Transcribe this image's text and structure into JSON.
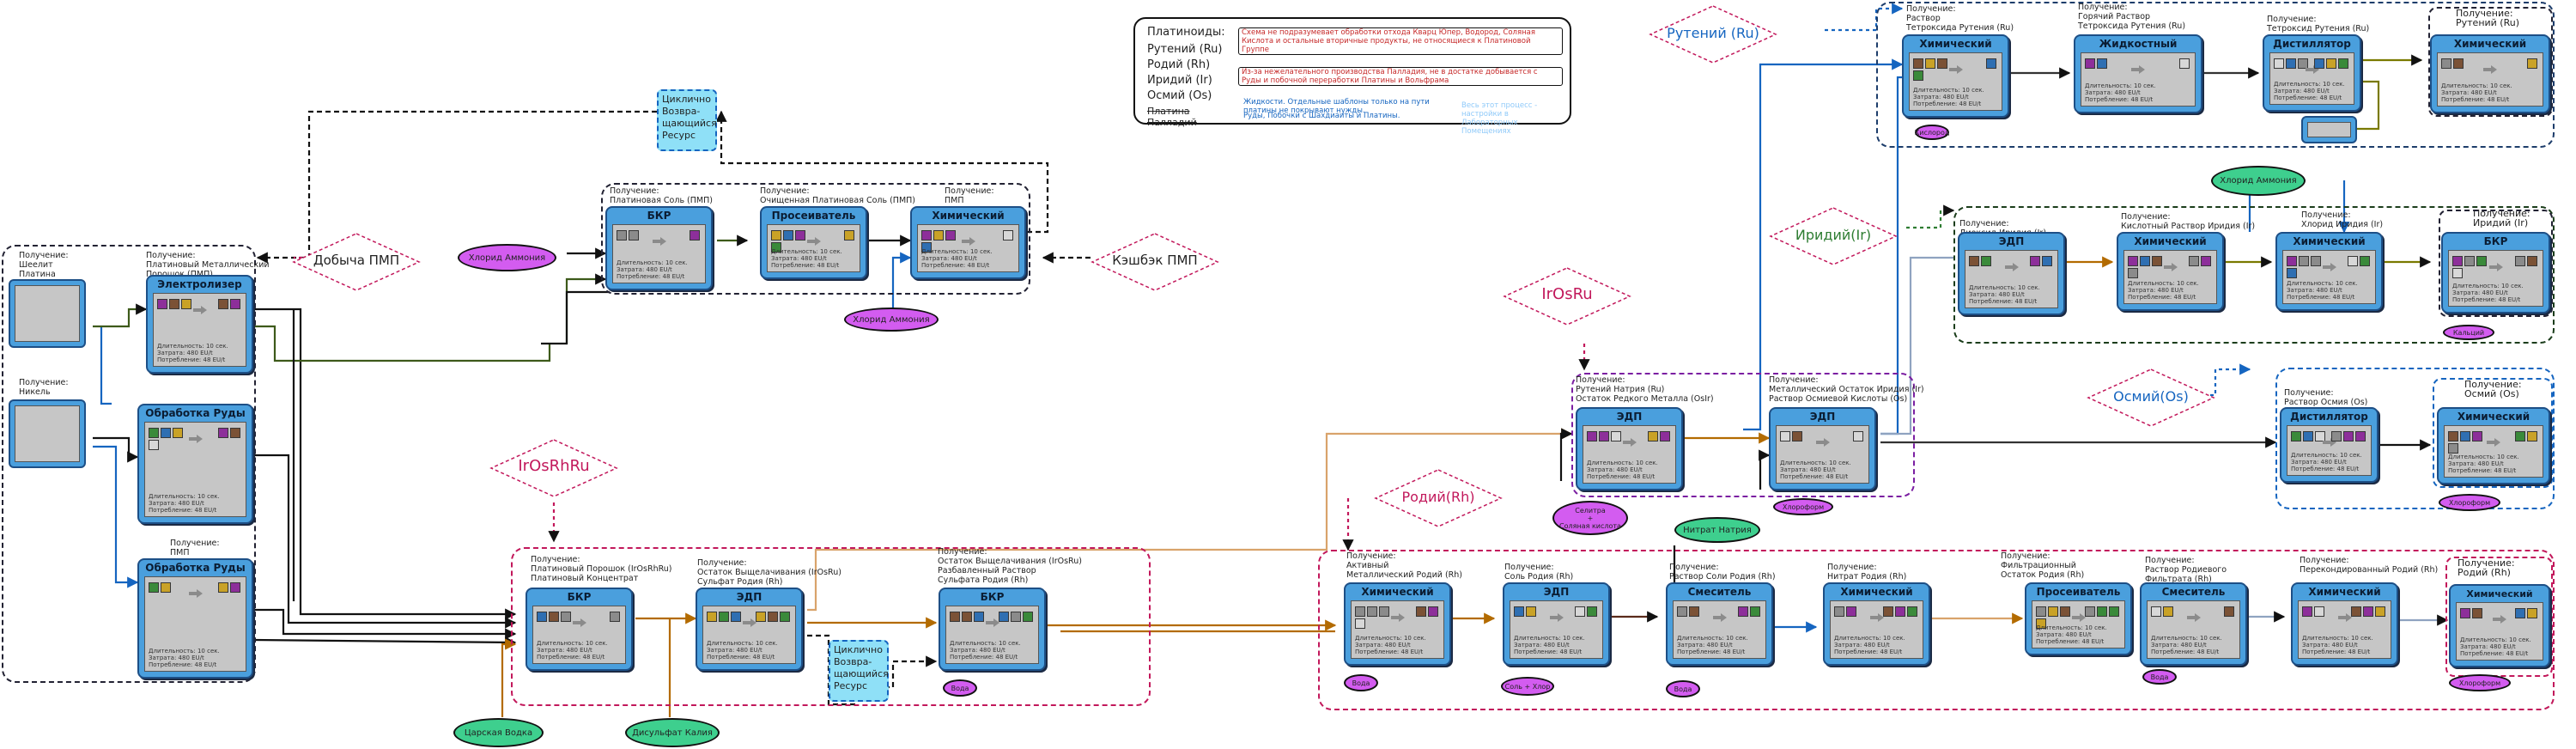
{
  "legend": {
    "elements": [
      "Платиноиды:",
      "Рутений (Ru)",
      "Родий (Rh)",
      "Иридий (Ir)",
      "Осмий (Os)",
      "Платина",
      "Палладий"
    ],
    "note_red": "Схема не подразумевает обработки отхода Кварц Юпер, Водород, Соляная Кислота и остальные вторичные продукты, не относящиеся к Платиновой Группе",
    "note_red2": "Из-за нежелательного производства Палладия, не в достатке добывается с Руды и побочной переработки Платины и Вольфрама",
    "note_blue": "Жидкости. Отдельные шаблоны только на пути платины не покрывают нужды.",
    "note_blue2": "Руды, Побочки с Шахдиаиты и Платины.",
    "note_faint": "Весь этот процесс - настройки в Лабораторных Помещениях"
  },
  "diamonds": {
    "platinum_mining": "Добыча ПМП",
    "kashback": "Кэшбэк ПМП",
    "irosrhru": "IrOsRhRu",
    "irosru": "IrOsRu",
    "rhodium": "Родий(Rh)",
    "ruthenium": "Рутений (Ru)",
    "iridium": "Иридий(Ir)",
    "osmium": "Осмий(Os)"
  },
  "cycles": {
    "top": "Циклично\nВозвра-\nщающийся\nРесурс",
    "bottom": "Циклично\nВозвра-\nщающийся\nРесурс"
  },
  "inputs": {
    "ammonium1": "Хлорид Аммония",
    "ammonium2": "Хлорид Аммония",
    "ammonium3": "Хлорид Аммония",
    "aqua_regia": "Царская Водка",
    "potassium_disulfate": "Дисульфат Калия",
    "sodium_nitrate": "Нитрат Натрия",
    "saltpeter": "Селитра\n+\nСоляная кислота",
    "water": "Вода",
    "water2": "Вода",
    "water3": "Вода",
    "salt_chlorine": "Соль + Хлор",
    "oxygen": "Кислород",
    "hydrochloric": "Хлороформ",
    "hydrochloric2": "Хлороформ",
    "hydrochloric3": "Хлороформ",
    "calcium": "Кальций",
    "sulfuric": "Вода"
  },
  "ore_section": {
    "cap1": "Получение:\nШеелит\nПлатина",
    "cap2": "Получение:\nПлатиновый Металлический\nПорошок (ПМП)",
    "cap3": "Получение:\nНикель",
    "cap4": "Получение:\nПМП",
    "electrolyzer": "Электролизер",
    "ore_proc1": "Обработка Руды",
    "ore_proc2": "Обработка Руды"
  },
  "pmp_section": {
    "cap1": "Получение:\nПлатиновая Соль (ПМП)",
    "cap2": "Получение:\nОчищенная Платиновая Соль (ПМП)",
    "cap3": "Получение:\nПМП",
    "bkr": "БКР",
    "sieve": "Просеиватель",
    "chem": "Химический Реактор"
  },
  "irosrhru_section": {
    "cap1": "Получение:\nПлатиновый Порошок (IrOsRhRu)\nПлатиновый Концентрат",
    "cap2": "Получение:\nОстаток Выщелачивания (IrOsRu)\nСульфат Родия (Rh)",
    "cap3": "Получение:\nОстаток Выщелачивания (IrOsRu)\nРазбавленный Раствор\nСульфата Родия (Rh)",
    "bkr1": "БКР",
    "edp": "ЭДП",
    "bkr2": "БКР"
  },
  "irosru_section": {
    "cap1": "Получение:\nРутений Натрия (Ru)\nОстаток Редкого Металла (OsIr)",
    "cap2": "Получение:\nМеталлический Остаток Иридия (Ir)\nРаствор Осмиевой Кислоты (Os)",
    "edp1": "ЭДП",
    "edp2": "ЭДП"
  },
  "rhodium_section": {
    "cap1": "Получение:\nАктивный\nМеталлический Родий (Rh)",
    "cap2": "Получение:\nСоль Родия (Rh)",
    "cap3": "Получение:\nРаствор Соли Родия (Rh)",
    "cap4": "Получение:\nНитрат Родия (Rh)",
    "cap5": "Получение:\nФильтрационный\nОстаток Родия (Rh)",
    "cap6": "Получение:\nРаствор Родиевого\nФильтрата (Rh)",
    "cap7": "Получение:\nПерекондированный Родий (Rh)",
    "cap8": "Получение:\nРодий (Rh)",
    "m1": "Химический Реактор",
    "m2": "ЭДП",
    "m3": "Смеситель",
    "m4": "Химический Реактор",
    "m5": "Просеиватель",
    "m6": "Смеситель",
    "m7": "Химический Реактор",
    "m8": "Химический Реактор"
  },
  "ruthenium_section": {
    "cap1": "Получение:\nРаствор\nТетроксида Рутения (Ru)",
    "cap2": "Получение:\nГорячий Раствор\nТетроксида Рутения (Ru)",
    "cap3": "Получение:\nТетроксид Рутения (Ru)",
    "cap4": "Получение:\nРутений (Ru)",
    "m1": "Химический Реактор",
    "m2": "Жидкостный Нагреватель",
    "m3": "Дистиллятор",
    "m4": "Химический Реактор"
  },
  "iridium_section": {
    "cap1": "Получение:\nДиоксид Иридия (Ir)",
    "cap2": "Получение:\nКислотный Раствор Иридия (Ir)",
    "cap3": "Получение:\nХлорид Иридия (Ir)",
    "cap4": "Получение:\nИридий (Ir)",
    "m1": "ЭДП",
    "m2": "Химический Реактор",
    "m3": "Химический Реактор",
    "m4": "БКР"
  },
  "osmium_section": {
    "cap1": "Получение:\nРаствор Осмия (Os)",
    "cap2": "Получение:\nОсмий (Os)",
    "m1": "Дистиллятор",
    "m2": "Химический Реактор"
  },
  "stats": "Длительность: 10 сек.\nЗатрата: 480 EU/t\nПотребление: 48 EU/t"
}
